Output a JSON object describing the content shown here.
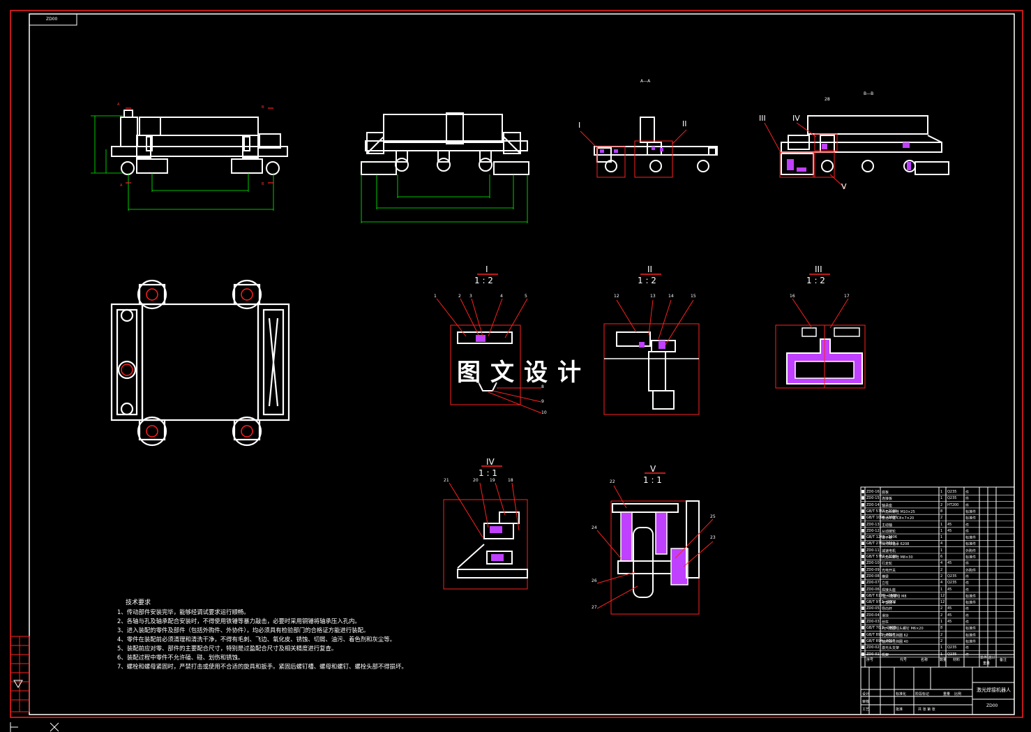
{
  "drawing": {
    "code_top_left": "ZD00",
    "code_bottom": "ZD00",
    "watermark": "图文设计",
    "title": "激光焊接机器人"
  },
  "section_labels": {
    "aa": "A—A",
    "bb": "B—B",
    "a": "A",
    "b": "B"
  },
  "detail_views": [
    {
      "label": "I",
      "scale": "1 : 2"
    },
    {
      "label": "II",
      "scale": "1 : 2"
    },
    {
      "label": "III",
      "scale": "1 : 2"
    },
    {
      "label": "IV",
      "scale": "1 : 1"
    },
    {
      "label": "V",
      "scale": "1 : 1"
    }
  ],
  "callouts": {
    "view_i": [
      "1",
      "2",
      "3",
      "4",
      "5",
      "8",
      "9",
      "10"
    ],
    "view_ii": [
      "12",
      "13",
      "14",
      "15"
    ],
    "view_iii": [
      "16",
      "17"
    ],
    "view_iv": [
      "21",
      "20",
      "19",
      "18"
    ],
    "view_v": [
      "22",
      "24",
      "25",
      "23",
      "26",
      "27"
    ],
    "bb_top": "28"
  },
  "requirements": {
    "title": "技术要求",
    "items": [
      "1、传动部件安装完毕，能够经调试要求运行顺畅。",
      "2、各轴与孔及轴承配合安装时，不得使用铁锤等暴力敲击，必要时采用铜锤将轴承压入孔内。",
      "3、进入装配的零件及部件（包括外购件、外协件），均必须具有检验部门的合格证方能进行装配。",
      "4、零件在装配前必须清理和清洗干净，不得有毛刺、飞边、氧化皮、锈蚀、切屑、油污、着色剂和灰尘等。",
      "5、装配前应对零、部件的主要配合尺寸，特别是过盈配合尺寸及相关精度进行复查。",
      "6、装配过程中零件不允许磕、碰、划伤和锈蚀。",
      "7、螺栓和螺母紧固时，严禁打击或使用不合适的旋具和扳手。紧固后螺钉槽、螺母和螺钉、螺栓头部不得损坏。"
    ]
  },
  "bom_rows": [
    {
      "code": "ZD0-16",
      "name": "底板",
      "qty": "1",
      "mat": "Q235",
      "note": "件"
    },
    {
      "code": "ZD0-15",
      "name": "连接板",
      "qty": "1",
      "mat": "Q235",
      "note": "件"
    },
    {
      "code": "ZD0-14",
      "name": "轴承座",
      "qty": "2",
      "mat": "HT200",
      "note": "件"
    },
    {
      "code": "GB/T 5783—2000",
      "name": "六角头螺栓 M10×25",
      "qty": "8",
      "mat": "",
      "note": "标准件"
    },
    {
      "code": "GB/T 1096—2003",
      "name": "普通平键 C8×7×20",
      "qty": "2",
      "mat": "",
      "note": "标准件"
    },
    {
      "code": "ZD0-13",
      "name": "主动轴",
      "qty": "1",
      "mat": "45",
      "note": "件"
    },
    {
      "code": "ZD0-12",
      "name": "从动链轮",
      "qty": "1",
      "mat": "45",
      "note": "件"
    },
    {
      "code": "GB/T 1243—2006",
      "name": "滚子链",
      "qty": "1",
      "mat": "",
      "note": "标准件"
    },
    {
      "code": "GB/T 276—2013",
      "name": "深沟球轴承 6208",
      "qty": "4",
      "mat": "",
      "note": "标准件"
    },
    {
      "code": "ZD0-11",
      "name": "减速电机",
      "qty": "1",
      "mat": "",
      "note": "外购件"
    },
    {
      "code": "GB/T 5782—2000",
      "name": "六角头螺栓 M8×30",
      "qty": "6",
      "mat": "",
      "note": "标准件"
    },
    {
      "code": "ZD0-10",
      "name": "行走轮",
      "qty": "4",
      "mat": "45",
      "note": "件"
    },
    {
      "code": "ZD0-09",
      "name": "光电开关",
      "qty": "2",
      "mat": "",
      "note": "外购件"
    },
    {
      "code": "ZD0-08",
      "name": "横梁",
      "qty": "2",
      "mat": "Q235",
      "note": "件"
    },
    {
      "code": "ZD0-07",
      "name": "立柱",
      "qty": "4",
      "mat": "Q235",
      "note": "件"
    },
    {
      "code": "ZD0-06",
      "name": "焊接头座",
      "qty": "1",
      "mat": "45",
      "note": "件"
    },
    {
      "code": "GB/T 6170—2000",
      "name": "I型六角螺母 M8",
      "qty": "12",
      "mat": "",
      "note": "标准件"
    },
    {
      "code": "GB/T 97.1—2002",
      "name": "平垫圈 8",
      "qty": "12",
      "mat": "",
      "note": "标准件"
    },
    {
      "code": "ZD0-05",
      "name": "导向杆",
      "qty": "2",
      "mat": "45",
      "note": "件"
    },
    {
      "code": "ZD0-04",
      "name": "滑块",
      "qty": "2",
      "mat": "45",
      "note": "件"
    },
    {
      "code": "ZD0-03",
      "name": "丝杠",
      "qty": "1",
      "mat": "45",
      "note": "件"
    },
    {
      "code": "GB/T 70.1—2008",
      "name": "内六角圆柱头螺钉 M6×20",
      "qty": "8",
      "mat": "",
      "note": "标准件"
    },
    {
      "code": "GB/T 893—2017",
      "name": "孔用弹性挡圈 62",
      "qty": "2",
      "mat": "",
      "note": "标准件"
    },
    {
      "code": "GB/T 894—2017",
      "name": "轴用弹性挡圈 40",
      "qty": "2",
      "mat": "",
      "note": "标准件"
    },
    {
      "code": "ZD0-02",
      "name": "激光头支架",
      "qty": "1",
      "mat": "Q235",
      "note": "件"
    },
    {
      "code": "ZD0-01",
      "name": "机架",
      "qty": "1",
      "mat": "Q235",
      "note": "件"
    }
  ],
  "title_block": {
    "seq": "序号",
    "code": "代号",
    "name": "名称",
    "qty": "数量",
    "mat": "材料",
    "single": "单件",
    "total": "总计",
    "weight": "重量",
    "remark": "备注",
    "design": "设计",
    "check": "审核",
    "process": "工艺",
    "standard": "标准化",
    "approve": "批准",
    "stage": "阶段标记",
    "weight2": "重量",
    "ratio": "比例",
    "sheet": "共 张 第 张"
  },
  "colors": {
    "background": "#000000",
    "outline": "#ffffff",
    "frame": "#ff0000",
    "dimension": "#00ff00",
    "section": "#ff00ff"
  }
}
